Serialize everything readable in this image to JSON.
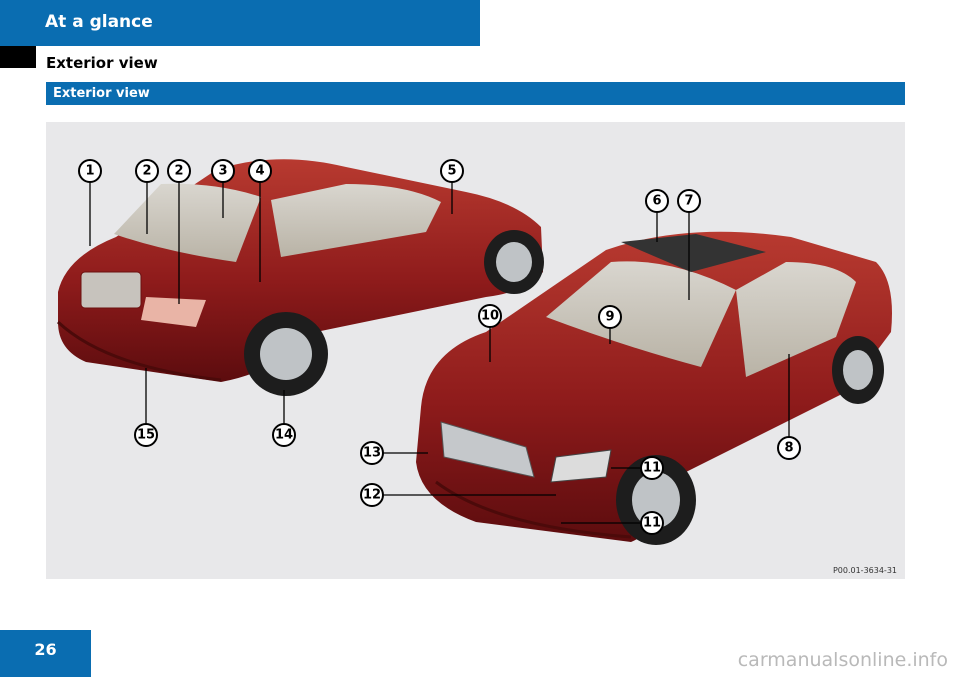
{
  "header": {
    "chapter": "At a glance"
  },
  "section": {
    "title": "Exterior view",
    "subheader": "Exterior view"
  },
  "figure": {
    "code": "P00.01-3634-31",
    "callouts": [
      "1",
      "2",
      "2",
      "3",
      "4",
      "5",
      "6",
      "7",
      "8",
      "9",
      "10",
      "11",
      "11",
      "12",
      "13",
      "14",
      "15"
    ]
  },
  "page": {
    "number": "26"
  },
  "watermark": "carmanualsonline.info",
  "colors": {
    "brand_blue": "#0a6db1",
    "car_red": "#8e1b1b"
  }
}
